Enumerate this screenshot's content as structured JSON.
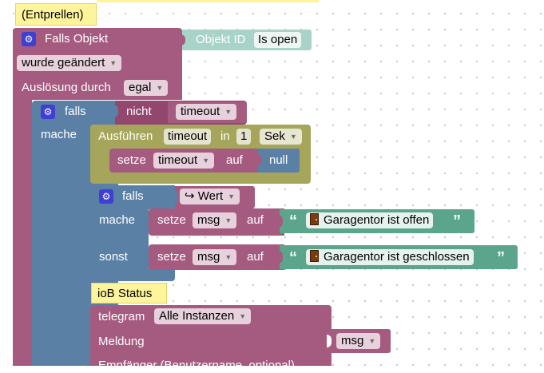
{
  "comment_top": "(Entprellen)",
  "trigger": {
    "title": "Falls Objekt",
    "object_id_label": "Objekt ID",
    "object_id_value": "Is open",
    "change_dropdown": "wurde geändert",
    "trigger_label": "Auslösung durch",
    "trigger_value": "egal"
  },
  "if1": {
    "if_label": "falls",
    "not_label": "nicht",
    "var": "timeout",
    "do_label": "mache"
  },
  "timeout_block": {
    "exec_label": "Ausführen",
    "var": "timeout",
    "in_label": "in",
    "amount": "1",
    "unit": "Sek",
    "set_label": "setze",
    "set_var": "timeout",
    "to_label": "auf",
    "null_label": "null"
  },
  "if2": {
    "if_label": "falls",
    "value": "Wert",
    "do_label": "mache",
    "else_label": "sonst",
    "set_label": "setze",
    "var": "msg",
    "to_label": "auf",
    "msg_open": "Garagentor ist offen",
    "msg_closed": "Garagentor ist geschlossen"
  },
  "comment_status": "ioB Status",
  "telegram": {
    "label": "telegram",
    "instance": "Alle Instanzen",
    "message_label": "Meldung",
    "message_var": "msg",
    "recipient_label": "Empfänger (Benutzername, optional)"
  }
}
